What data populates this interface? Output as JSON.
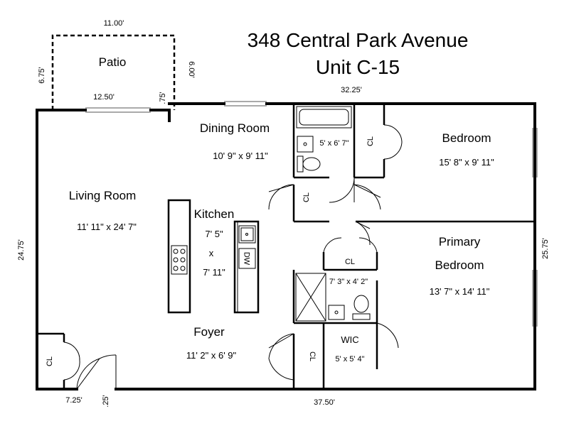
{
  "title": {
    "line1": "348 Central Park Avenue",
    "line2": "Unit C-15"
  },
  "rooms": {
    "patio": {
      "name": "Patio"
    },
    "dining": {
      "name": "Dining Room",
      "size": "10' 9\" x 9' 11\""
    },
    "living": {
      "name": "Living Room",
      "size": "11' 11\" x 24' 7\""
    },
    "kitchen": {
      "name": "Kitchen",
      "size_w": "7' 5\"",
      "size_x": "x",
      "size_h": "7' 11\""
    },
    "foyer": {
      "name": "Foyer",
      "size": "11' 2\" x 6' 9\""
    },
    "bedroom": {
      "name": "Bedroom",
      "size": "15' 8\" x 9' 11\""
    },
    "primary": {
      "name_line1": "Primary",
      "name_line2": "Bedroom",
      "size": "13' 7\" x 14' 11\""
    },
    "bath1": {
      "size": "5' x 6' 7\""
    },
    "bath2": {
      "size": "7' 3\" x 4' 2\""
    },
    "wic": {
      "name": "WIC",
      "size": "5' x 5' 4\""
    }
  },
  "closets": {
    "bedroom_cl": "CL",
    "hall_cl": "CL",
    "bath_cl": "CL",
    "foyer_cl": "CL",
    "entry_cl": "CL"
  },
  "fixtures": {
    "dishwasher": "DW"
  },
  "dimensions": {
    "patio_top": "11.00'",
    "patio_left": "6.75'",
    "patio_right": "6.00'",
    "patio_bottom": "12.50'",
    "patio_notch": ".75'",
    "top_right": "32.25'",
    "left": "24.75'",
    "right": "25.75'",
    "bottom": "37.50'",
    "bottom_left": "7.25'",
    "entry_notch": ".25'"
  }
}
